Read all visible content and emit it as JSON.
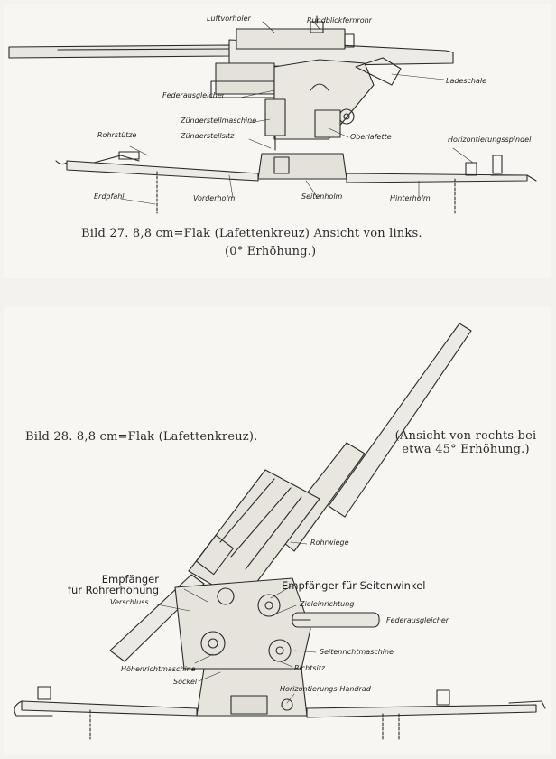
{
  "figure27": {
    "labels": {
      "luftvorholer": "Luftvorholer",
      "rundblickfernrohr": "Rundblickfernrohr",
      "federausgleicher": "Federausgleicher",
      "ladeschale": "Ladeschale",
      "zuenderstellmaschine": "Zünderstellmaschine",
      "zuenderstellsitz": "Zünderstellsitz",
      "oberlafette": "Oberlafette",
      "rohrstuetze": "Rohrstütze",
      "horizontierungsspindel": "Horizontierungsspindel",
      "erdpfahl": "Erdpfahl",
      "vorderholm": "Vorderholm",
      "seitenholm": "Seitenholm",
      "hinterholm": "Hinterholm"
    },
    "caption_line1": "Bild 27. 8,8 cm=Flak (Lafettenkreuz) Ansicht von links.",
    "caption_line2": "(0° Erhöhung.)"
  },
  "figure28": {
    "caption_title": "Bild 28. 8,8 cm=Flak (Lafettenkreuz).",
    "caption_note_line1": "(Ansicht von rechts bei",
    "caption_note_line2": "etwa 45° Erhöhung.)",
    "labels": {
      "rohrwiege": "Rohrwiege",
      "empfaenger_rohrerhoehung_line1": "Empfänger",
      "empfaenger_rohrerhoehung_line2": "für Rohrerhöhung",
      "empfaenger_seitenwinkel": "Empfänger für Seitenwinkel",
      "verschluss": "Verschluss",
      "zieleinrichtung": "Zieleinrichtung",
      "federausgleicher": "Federausgleicher",
      "seitenrichtmaschine": "Seitenrichtmaschine",
      "hoehenrichtmaschine": "Höhenrichtmaschine",
      "richtsitz": "Richtsitz",
      "sockel": "Sockel",
      "horizontierungs_handrad": "Horizontierungs-Handrad"
    }
  },
  "colors": {
    "ink": "#222222",
    "paper": "#f7f6f2",
    "background": "#f3f1ec"
  },
  "icons": [
    "gun-drawing-side-view",
    "gun-drawing-elevated-view"
  ]
}
